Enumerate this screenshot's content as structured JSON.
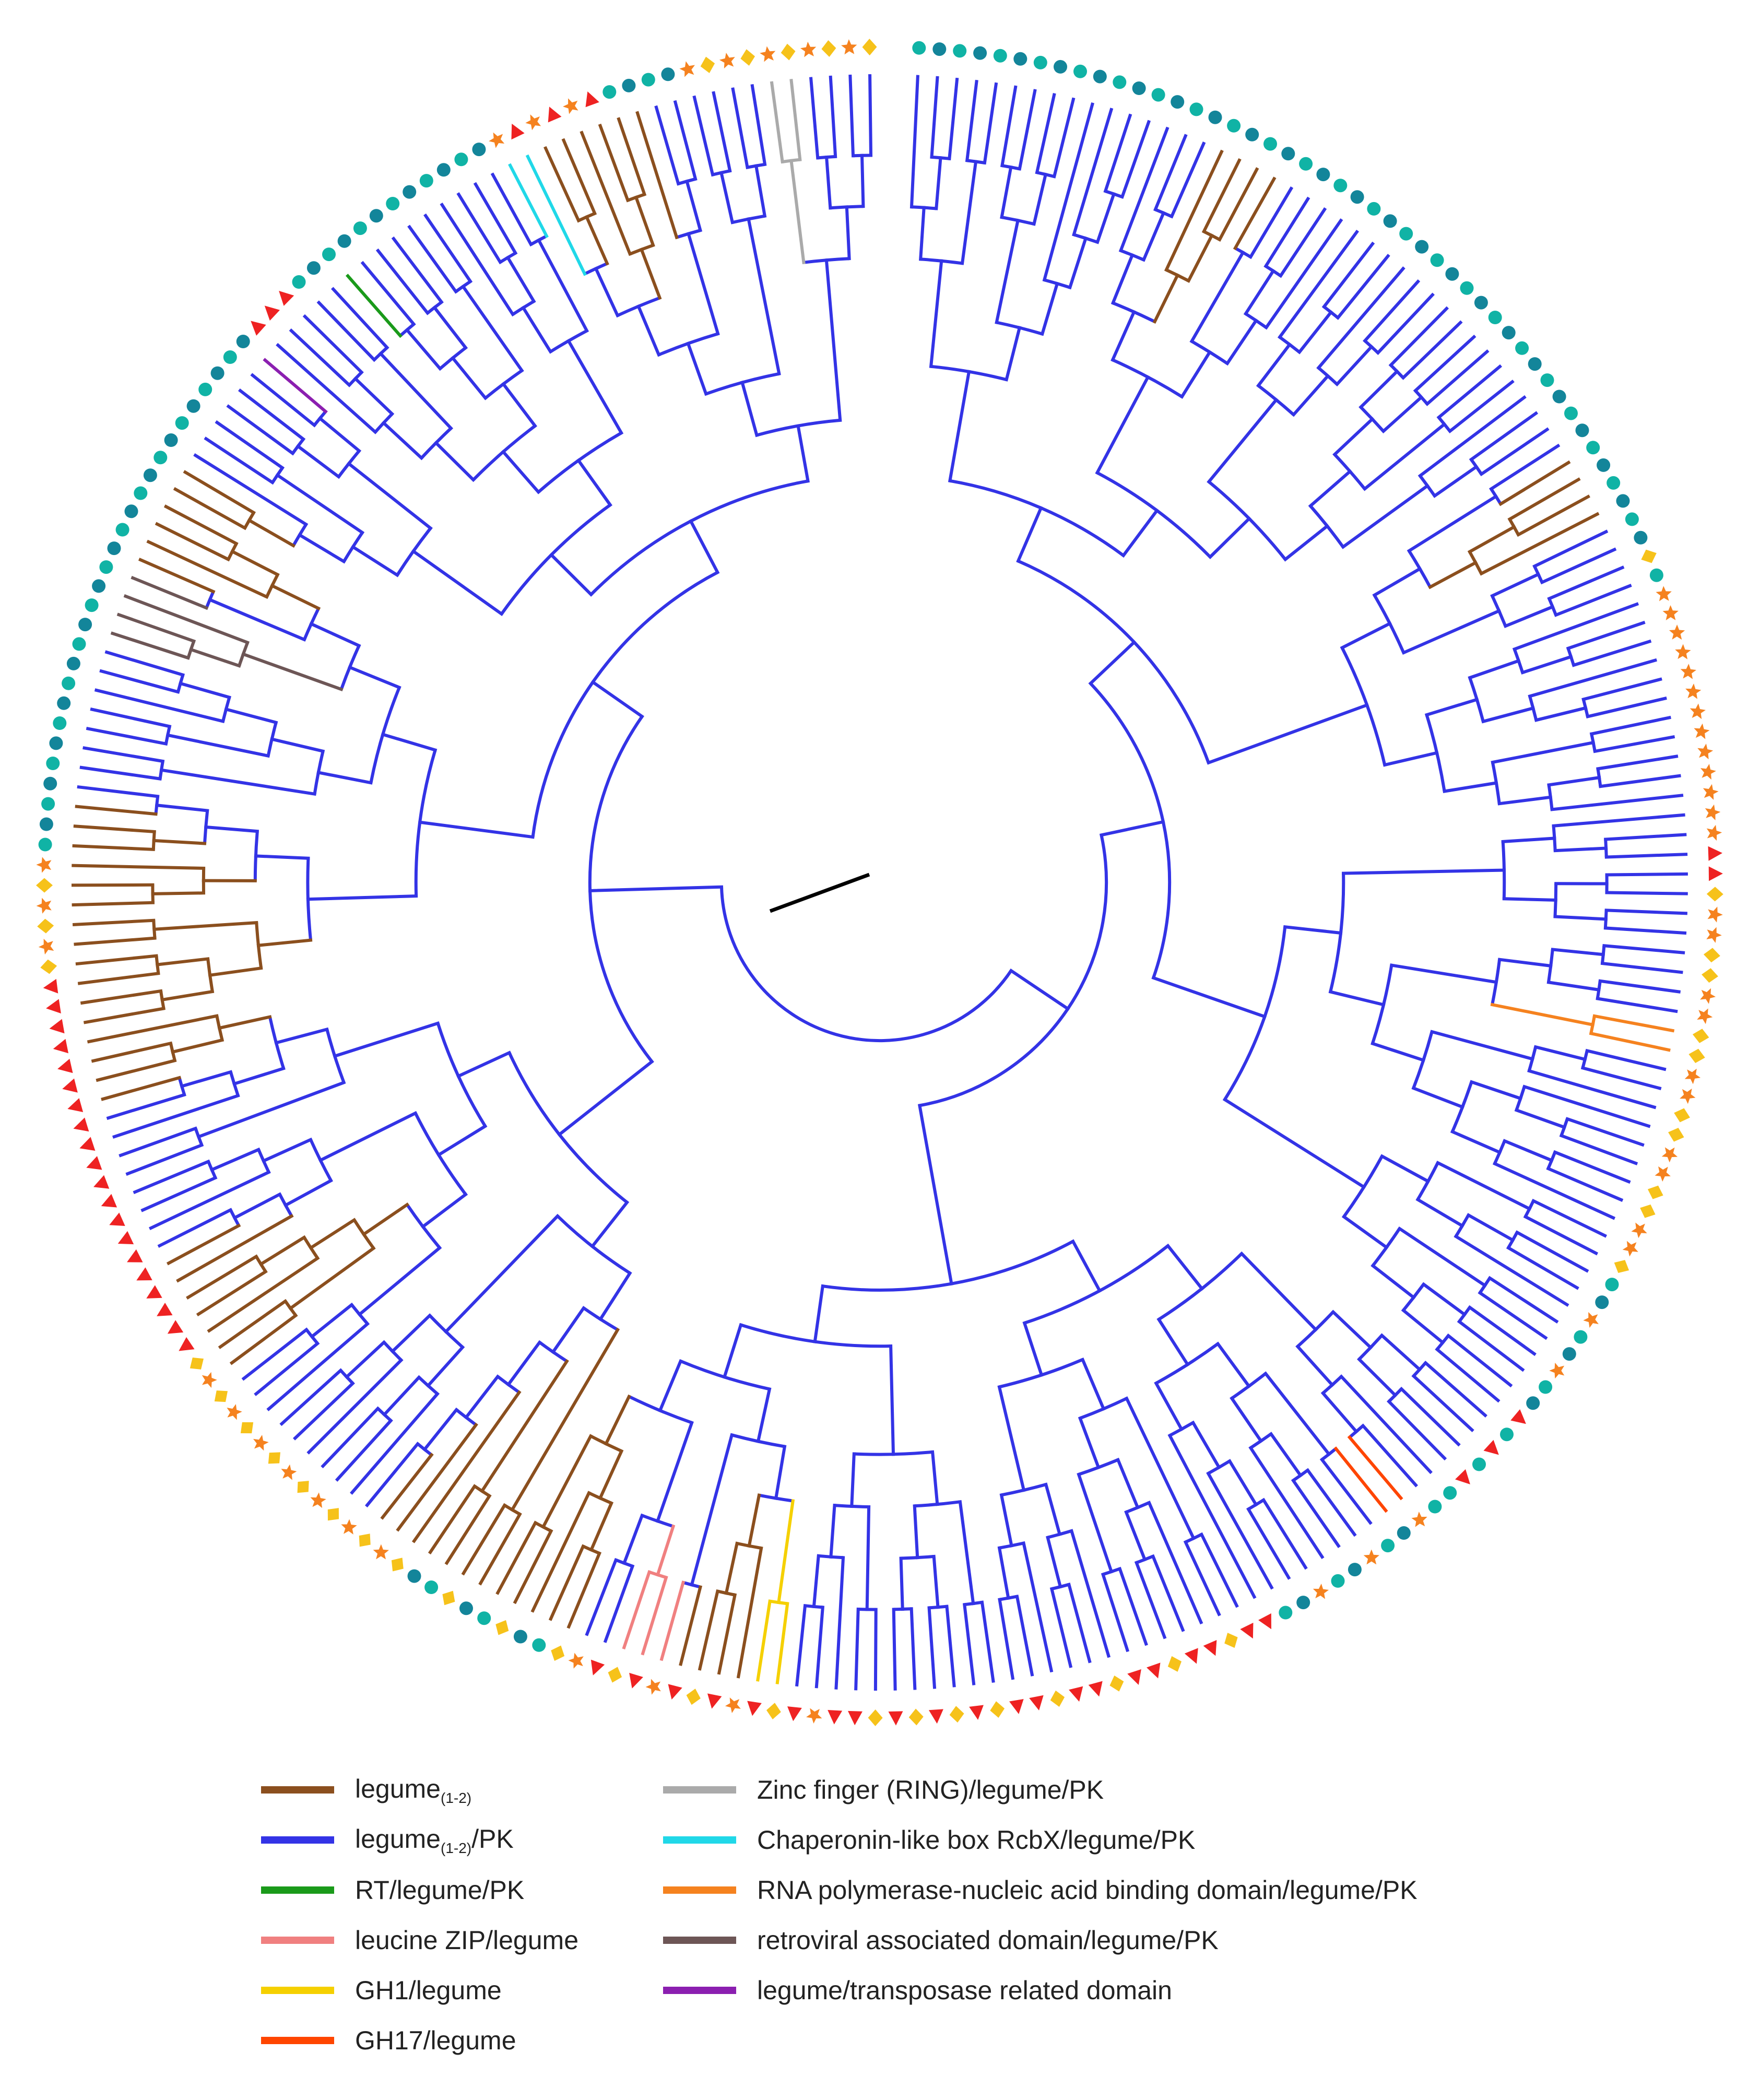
{
  "figure": {
    "type": "circular-phylogenetic-tree",
    "tip_count": 256,
    "default_branch_color": "#3333e6",
    "root_stub_color": "#000000"
  },
  "tips": {
    "marker_names": [
      "teal-circle",
      "dark-teal-circle",
      "orange-star",
      "gold-diamond",
      "red-triangle"
    ],
    "marker_colors": {
      "teal-circle": "#10b3a5",
      "dark-teal-circle": "#13859a",
      "orange-star": "#f5821f",
      "gold-diamond": "#f6c21a",
      "red-triangle": "#ee2222"
    },
    "segments": [
      {
        "count": 46,
        "pattern": [
          "teal-circle",
          "dark-teal-circle"
        ]
      },
      {
        "count": 3,
        "pattern": [
          "gold-diamond",
          "teal-circle",
          "orange-star"
        ]
      },
      {
        "count": 12,
        "pattern": [
          "orange-star"
        ]
      },
      {
        "count": 2,
        "pattern": [
          "red-triangle"
        ]
      },
      {
        "count": 20,
        "pattern": [
          "gold-diamond",
          "orange-star",
          "orange-star",
          "gold-diamond"
        ]
      },
      {
        "count": 8,
        "pattern": [
          "teal-circle",
          "dark-teal-circle",
          "orange-star"
        ]
      },
      {
        "count": 6,
        "pattern": [
          "red-triangle",
          "teal-circle"
        ]
      },
      {
        "count": 10,
        "pattern": [
          "teal-circle",
          "orange-star",
          "dark-teal-circle"
        ]
      },
      {
        "count": 14,
        "pattern": [
          "red-triangle",
          "red-triangle",
          "gold-diamond"
        ]
      },
      {
        "count": 8,
        "pattern": [
          "gold-diamond",
          "red-triangle"
        ]
      },
      {
        "count": 14,
        "pattern": [
          "red-triangle",
          "orange-star",
          "red-triangle",
          "gold-diamond"
        ]
      },
      {
        "count": 10,
        "pattern": [
          "gold-diamond",
          "teal-circle",
          "dark-teal-circle"
        ]
      },
      {
        "count": 14,
        "pattern": [
          "orange-star",
          "gold-diamond"
        ]
      },
      {
        "count": 20,
        "pattern": [
          "red-triangle"
        ]
      },
      {
        "count": 6,
        "pattern": [
          "gold-diamond",
          "orange-star"
        ]
      },
      {
        "count": 28,
        "pattern": [
          "teal-circle",
          "dark-teal-circle"
        ]
      },
      {
        "count": 3,
        "pattern": [
          "red-triangle"
        ]
      },
      {
        "count": 12,
        "pattern": [
          "teal-circle",
          "dark-teal-circle"
        ]
      },
      {
        "count": 6,
        "pattern": [
          "orange-star",
          "red-triangle"
        ]
      },
      {
        "count": 4,
        "pattern": [
          "teal-circle",
          "dark-teal-circle"
        ]
      },
      {
        "count": 10,
        "pattern": [
          "orange-star",
          "gold-diamond"
        ]
      }
    ]
  },
  "clades": [
    {
      "from": 0,
      "to": 16,
      "color": "#3333e6"
    },
    {
      "from": 16,
      "to": 20,
      "color": "#8b4f1e"
    },
    {
      "from": 20,
      "to": 40,
      "color": "#3333e6"
    },
    {
      "from": 40,
      "to": 44,
      "color": "#8b4f1e"
    },
    {
      "from": 44,
      "to": 70,
      "color": "#3333e6"
    },
    {
      "from": 70,
      "to": 72,
      "color": "#f5821f"
    },
    {
      "from": 72,
      "to": 98,
      "color": "#3333e6"
    },
    {
      "from": 98,
      "to": 100,
      "color": "#ff4500"
    },
    {
      "from": 100,
      "to": 132,
      "color": "#3333e6"
    },
    {
      "from": 132,
      "to": 134,
      "color": "#f5d000"
    },
    {
      "from": 134,
      "to": 138,
      "color": "#8b4f1e"
    },
    {
      "from": 138,
      "to": 141,
      "color": "#f08080"
    },
    {
      "from": 141,
      "to": 143,
      "color": "#3333e6"
    },
    {
      "from": 143,
      "to": 155,
      "color": "#8b4f1e"
    },
    {
      "from": 155,
      "to": 165,
      "color": "#3333e6"
    },
    {
      "from": 165,
      "to": 172,
      "color": "#8b4f1e"
    },
    {
      "from": 172,
      "to": 180,
      "color": "#3333e6"
    },
    {
      "from": 180,
      "to": 196,
      "color": "#8b4f1e"
    },
    {
      "from": 196,
      "to": 204,
      "color": "#3333e6"
    },
    {
      "from": 204,
      "to": 208,
      "color": "#6d5656"
    },
    {
      "from": 208,
      "to": 214,
      "color": "#8b4f1e"
    },
    {
      "from": 214,
      "to": 220,
      "color": "#3333e6"
    },
    {
      "from": 220,
      "to": 221,
      "color": "#8b1fb0"
    },
    {
      "from": 221,
      "to": 226,
      "color": "#3333e6"
    },
    {
      "from": 226,
      "to": 227,
      "color": "#1a9a1a"
    },
    {
      "from": 227,
      "to": 236,
      "color": "#3333e6"
    },
    {
      "from": 236,
      "to": 238,
      "color": "#20d8e8"
    },
    {
      "from": 238,
      "to": 244,
      "color": "#8b4f1e"
    },
    {
      "from": 244,
      "to": 250,
      "color": "#3333e6"
    },
    {
      "from": 250,
      "to": 252,
      "color": "#aaaaaa"
    },
    {
      "from": 252,
      "to": 256,
      "color": "#3333e6"
    }
  ],
  "legend": {
    "left_column": [
      {
        "name": "legume",
        "sub": "(1-2)",
        "suffix": "",
        "color": "#8b4f1e"
      },
      {
        "name": "legume",
        "sub": "(1-2)",
        "suffix": "/PK",
        "color": "#3333e6"
      },
      {
        "name": "RT/legume/PK",
        "sub": "",
        "suffix": "",
        "color": "#1a9a1a"
      },
      {
        "name": "leucine ZIP/legume",
        "sub": "",
        "suffix": "",
        "color": "#f08080"
      },
      {
        "name": "GH1/legume",
        "sub": "",
        "suffix": "",
        "color": "#f5d000"
      },
      {
        "name": "GH17/legume",
        "sub": "",
        "suffix": "",
        "color": "#ff4500"
      }
    ],
    "right_column": [
      {
        "name": "Zinc finger (RING)/legume/PK",
        "sub": "",
        "suffix": "",
        "color": "#aaaaaa"
      },
      {
        "name": "Chaperonin-like box RcbX/legume/PK",
        "sub": "",
        "suffix": "",
        "color": "#20d8e8"
      },
      {
        "name": "RNA polymerase-nucleic acid binding domain/legume/PK",
        "sub": "",
        "suffix": "",
        "color": "#f5821f"
      },
      {
        "name": "retroviral associated domain/legume/PK",
        "sub": "",
        "suffix": "",
        "color": "#6d5656"
      },
      {
        "name": "legume/transposase related domain",
        "sub": "",
        "suffix": "",
        "color": "#8b1fb0"
      }
    ]
  }
}
